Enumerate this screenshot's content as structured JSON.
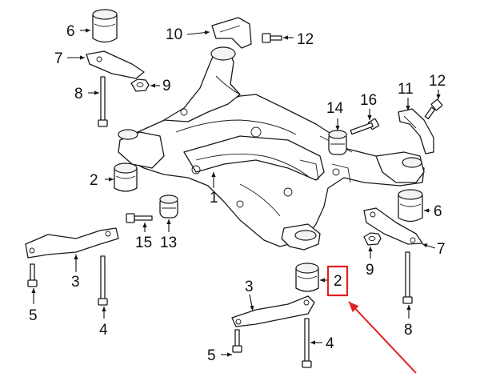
{
  "callouts": {
    "c1": "1",
    "c2_left": "2",
    "c2_bottom": "2",
    "c3_left": "3",
    "c3_bottom": "3",
    "c4_left": "4",
    "c4_bottom": "4",
    "c5_left": "5",
    "c5_bottom": "5",
    "c6_top": "6",
    "c6_right": "6",
    "c7_left": "7",
    "c7_right": "7",
    "c8_left": "8",
    "c8_right": "8",
    "c9_top": "9",
    "c9_right": "9",
    "c10": "10",
    "c11": "11",
    "c12_top": "12",
    "c12_right": "12",
    "c13": "13",
    "c14": "14",
    "c15": "15",
    "c16": "16"
  },
  "highlight": {
    "color": "#e02020",
    "target_callout": "2"
  }
}
